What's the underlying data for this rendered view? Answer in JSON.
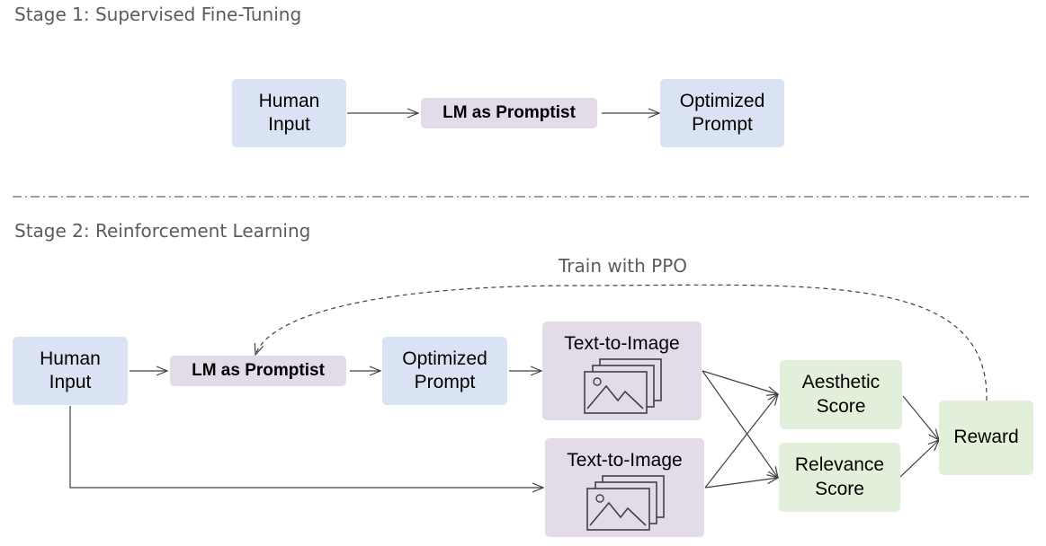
{
  "stage1": {
    "title": "Stage 1: Supervised Fine-Tuning",
    "human_input": "Human\nInput",
    "promptist": "LM as Promptist",
    "optimized_prompt": "Optimized\nPrompt"
  },
  "stage2": {
    "title": "Stage 2: Reinforcement Learning",
    "train_label": "Train with PPO",
    "human_input": "Human\nInput",
    "promptist": "LM as Promptist",
    "optimized_prompt": "Optimized\nPrompt",
    "text_to_image_top": "Text-to-Image",
    "text_to_image_bottom": "Text-to-Image",
    "aesthetic_score": "Aesthetic\nScore",
    "relevance_score": "Relevance\nScore",
    "reward": "Reward"
  },
  "icons": [
    "image-stack-icon",
    "image-stack-icon"
  ],
  "colors": {
    "blue_box": "#dae3f3",
    "purple_box": "#e4dbe9",
    "green_box": "#e2efda",
    "arrow": "#404040",
    "title_text": "#5b5b5b"
  }
}
